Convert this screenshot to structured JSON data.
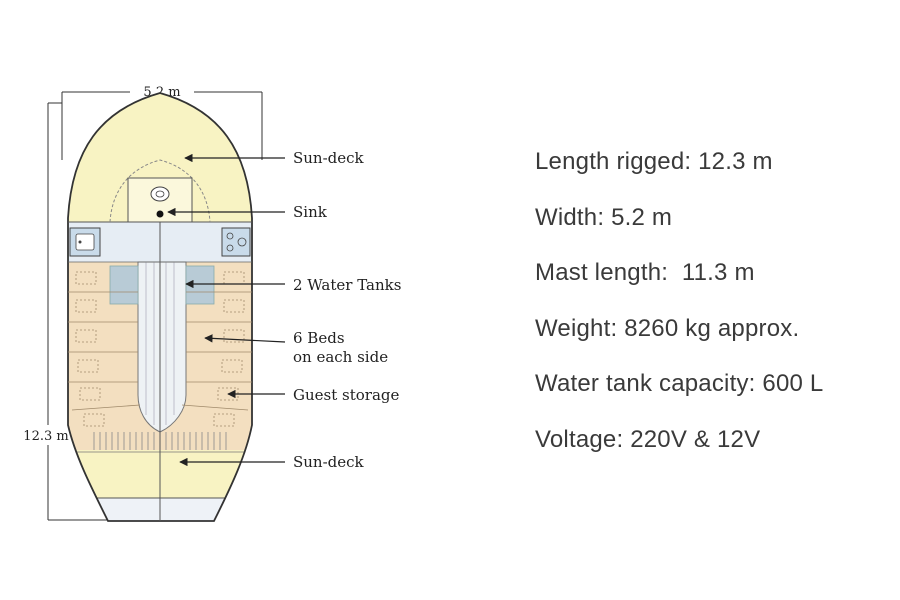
{
  "dimensions": {
    "width": "5.2 m",
    "length": "12.3 m"
  },
  "labels": {
    "sun_deck_top": "Sun-deck",
    "sink": "Sink",
    "water_tanks": "2 Water Tanks",
    "beds_line1": "6 Beds",
    "beds_line2": "on each side",
    "guest_storage": "Guest storage",
    "sun_deck_bottom": "Sun-deck"
  },
  "specs": [
    "Length rigged: 12.3 m",
    "Width: 5.2 m",
    "Mast length:  11.3 m",
    "Weight: 8260 kg approx.",
    "Water tank capacity: 600 L",
    "Voltage: 220V & 12V"
  ],
  "colors": {
    "sun_deck": "#f8f3c3",
    "cabins": "#f3dfc0",
    "tanks": "#b8cbd6",
    "galley": "#e6edf4",
    "outline": "#333333"
  }
}
